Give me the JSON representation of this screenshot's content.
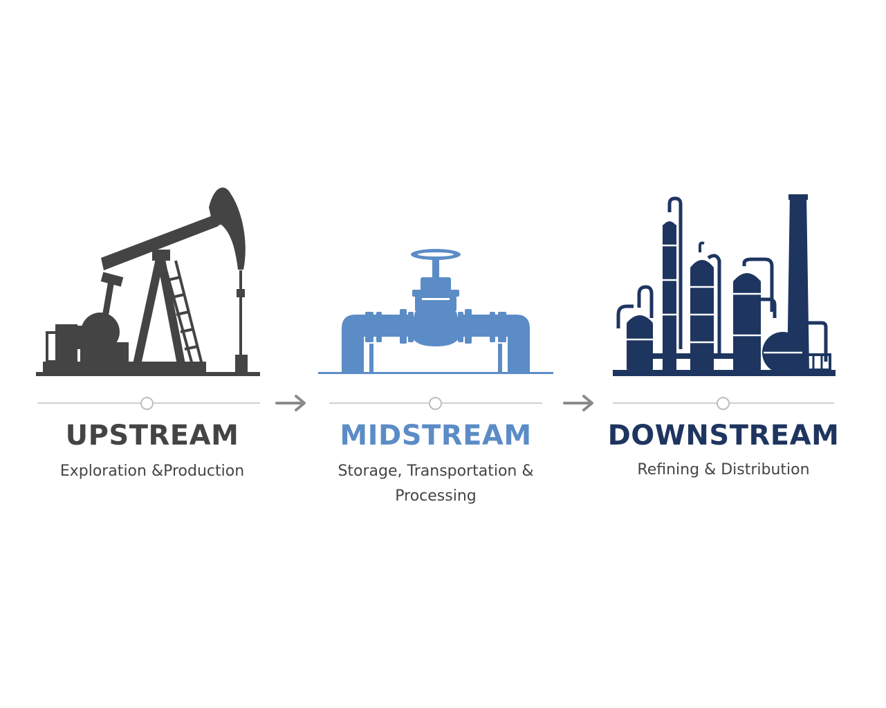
{
  "stages": [
    {
      "title": "UPSTREAM",
      "subtitle": "Exploration &Production",
      "color": "#444444",
      "icon": "pumpjack-icon"
    },
    {
      "title": "MIDSTREAM",
      "subtitle": "Storage, Transportation & Processing",
      "color": "#5b8cc6",
      "icon": "pipeline-valve-icon"
    },
    {
      "title": "DOWNSTREAM",
      "subtitle": "Refining & Distribution",
      "color": "#1e3560",
      "icon": "refinery-icon"
    }
  ],
  "colors": {
    "timeline": "#cfcfcf",
    "marker": "#bdbdbd",
    "arrow": "#8a8a8a"
  }
}
